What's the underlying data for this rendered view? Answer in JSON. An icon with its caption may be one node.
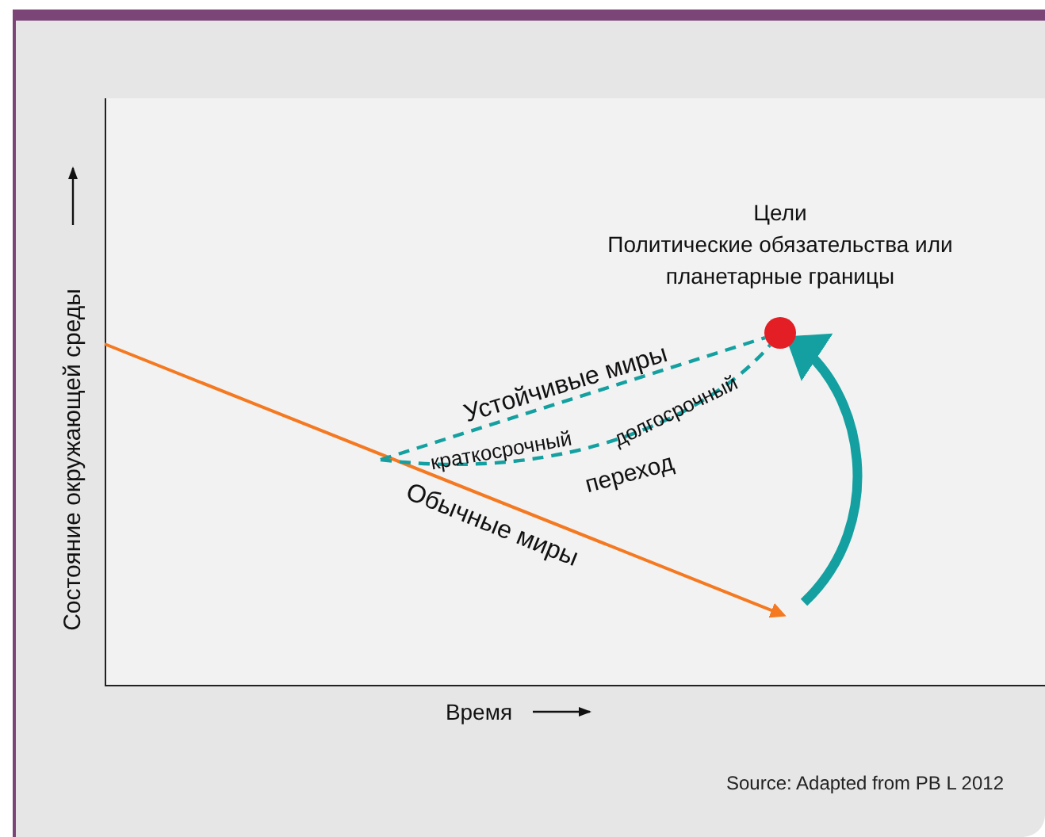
{
  "diagram": {
    "nodes": [
      {
        "text": [
          "Цели",
          "Политические обязательства или планетарные границы"
        ]
      },
      {
        "text": [],
        "shape": "circle"
      }
    ],
    "edges": [
      {
        "from": null,
        "to": 1,
        "arrow": "to",
        "style": "thick"
      },
      {
        "from": null,
        "to": 1,
        "arrow": "none",
        "style": "dashed"
      },
      {
        "from": null,
        "to": 1,
        "arrow": "none",
        "style": "dashed"
      }
    ],
    "labels": [
      "Состояние окружающей среды",
      "Устойчивые миры",
      "краткосрочный",
      "долгосрочный",
      "переход",
      "Обычные миры",
      "Время",
      "Source: Adapted from PB L 2012"
    ]
  }
}
